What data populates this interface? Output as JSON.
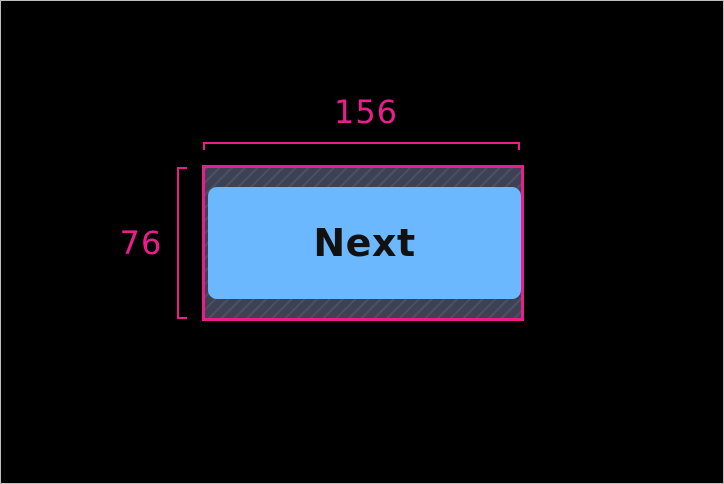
{
  "dimensions": {
    "width_label": "156",
    "height_label": "76"
  },
  "button": {
    "label": "Next"
  },
  "colors": {
    "background": "#000000",
    "measurement": "#e91e8c",
    "touch_target_fill": "#3c4254",
    "button_fill": "#6cb8ff",
    "button_text": "#111111"
  }
}
